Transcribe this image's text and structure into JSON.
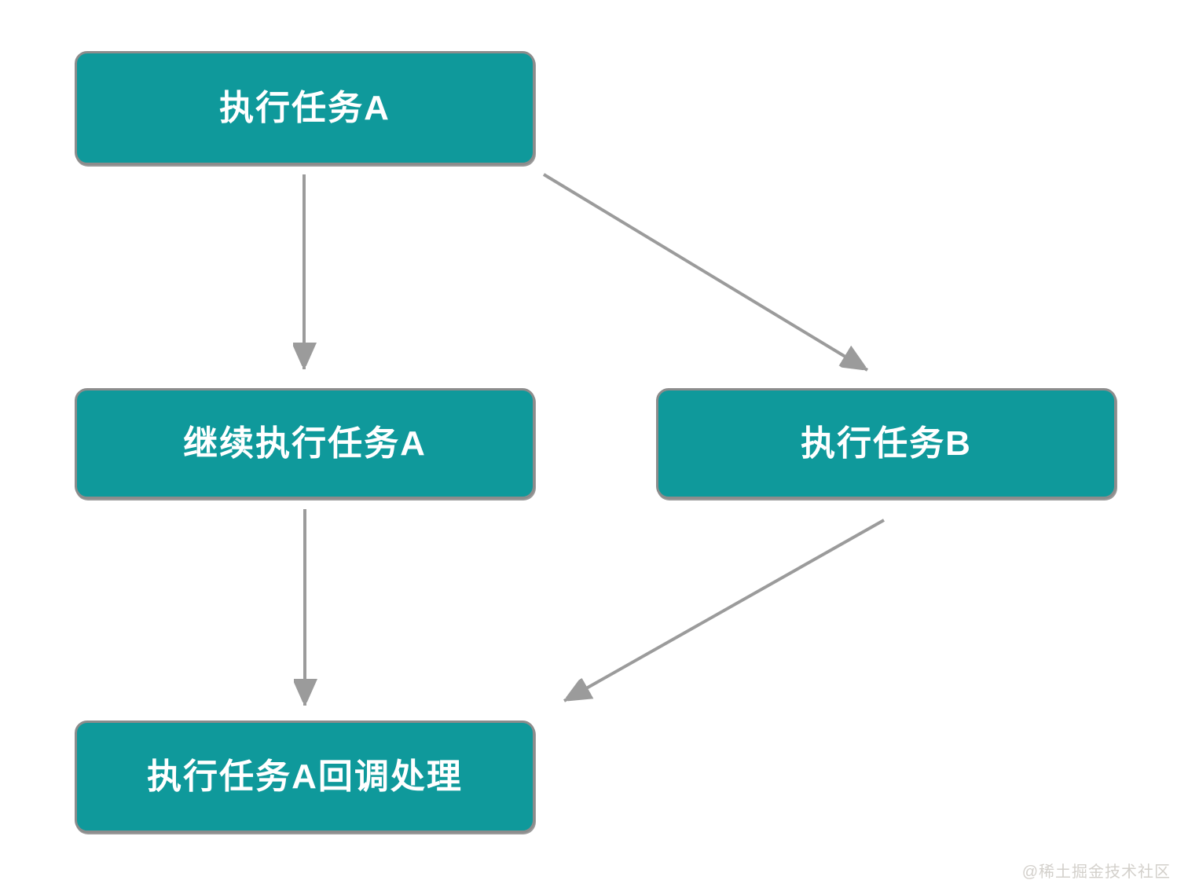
{
  "diagram": {
    "title": "task-flow-diagram",
    "nodes": [
      {
        "id": "task-a",
        "label": "执行任务A"
      },
      {
        "id": "continue-task-a",
        "label": "继续执行任务A"
      },
      {
        "id": "task-b",
        "label": "执行任务B"
      },
      {
        "id": "task-a-callback",
        "label": "执行任务A回调处理"
      }
    ],
    "edges": [
      {
        "from": "task-a",
        "to": "continue-task-a",
        "direction": "down"
      },
      {
        "from": "task-a",
        "to": "task-b",
        "direction": "down-right"
      },
      {
        "from": "continue-task-a",
        "to": "task-a-callback",
        "direction": "down"
      },
      {
        "from": "task-b",
        "to": "task-a-callback",
        "direction": "down-left"
      }
    ],
    "colors": {
      "node_fill": "#0F999B",
      "node_border": "#8C8C8C",
      "node_text": "#FFFFFF",
      "arrow": "#9B9B9B",
      "background": "#FFFFFF"
    }
  },
  "watermark": {
    "text": "@稀土掘金技术社区",
    "color": "#D3D0CB"
  }
}
